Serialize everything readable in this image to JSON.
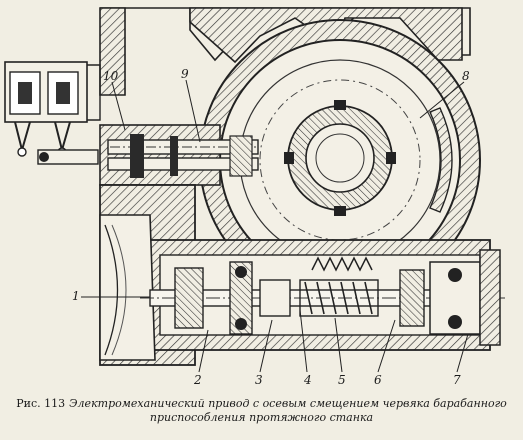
{
  "figure": {
    "callouts": {
      "c1": "1",
      "c2": "2",
      "c3": "3",
      "c4": "4",
      "c5": "5",
      "c6": "6",
      "c7": "7",
      "c8": "8",
      "c9": "9",
      "c10": "10"
    },
    "caption": {
      "number": "Рис. 113",
      "line1": "Электромеханический привод с осевым смещением червяка барабанного",
      "line2": "приспособления протяжного станка"
    }
  }
}
